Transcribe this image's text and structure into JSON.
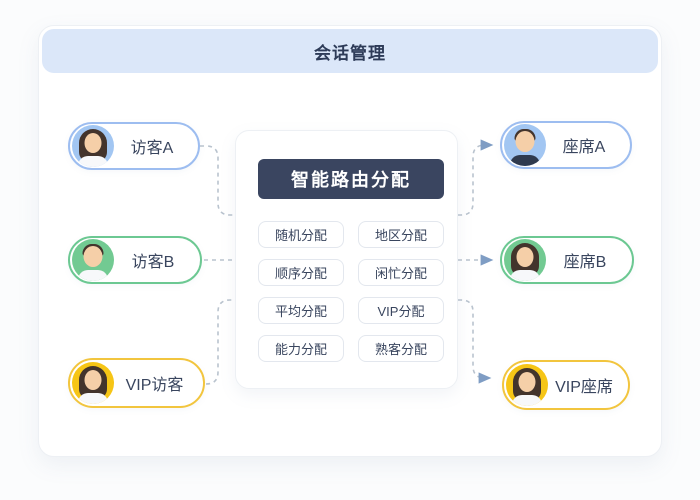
{
  "header": {
    "title": "会话管理"
  },
  "router": {
    "title": "智能路由分配",
    "strategies": [
      "随机分配",
      "地区分配",
      "顺序分配",
      "闲忙分配",
      "平均分配",
      "VIP分配",
      "能力分配",
      "熟客分配"
    ]
  },
  "visitors": [
    {
      "label": "访客A",
      "accent": "blue"
    },
    {
      "label": "访客B",
      "accent": "green"
    },
    {
      "label": "VIP访客",
      "accent": "yellow"
    }
  ],
  "agents": [
    {
      "label": "座席A",
      "accent": "blue"
    },
    {
      "label": "座席B",
      "accent": "green"
    },
    {
      "label": "VIP座席",
      "accent": "yellow"
    }
  ],
  "colors": {
    "page-bg": "#fbfcfd",
    "card-border": "#edf0f4",
    "header-bg": "#dbe7f9",
    "header-text": "#2d3b58",
    "text-dark": "#39455e",
    "router-bg": "#3a4560",
    "router-text": "#ffffff",
    "chip-border": "#e3e7ee",
    "pill-blue": "#9dbdf0",
    "pill-green": "#6cc892",
    "pill-yellow": "#f2c53e",
    "avatar-blue": "#a2c6f2",
    "avatar-green": "#72ca92",
    "avatar-yellow": "#f6c516",
    "connector": "#b9c3ce",
    "arrow": "#7f9dc4"
  }
}
